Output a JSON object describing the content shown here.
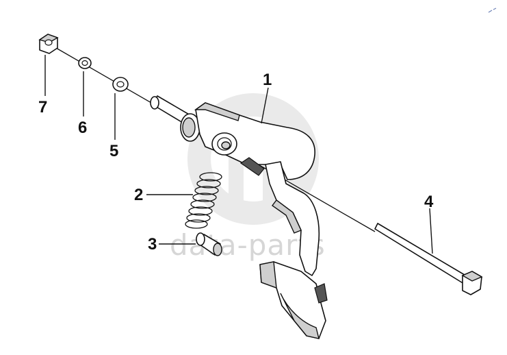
{
  "diagram": {
    "watermark": "data-parts",
    "callouts": [
      {
        "id": "1",
        "label": "1"
      },
      {
        "id": "2",
        "label": "2"
      },
      {
        "id": "3",
        "label": "3"
      },
      {
        "id": "4",
        "label": "4"
      },
      {
        "id": "5",
        "label": "5"
      },
      {
        "id": "6",
        "label": "6"
      },
      {
        "id": "7",
        "label": "7"
      }
    ],
    "colors": {
      "outline": "#111111",
      "shade": "#cfcfcf",
      "watermark": "#d6d6d6"
    }
  }
}
